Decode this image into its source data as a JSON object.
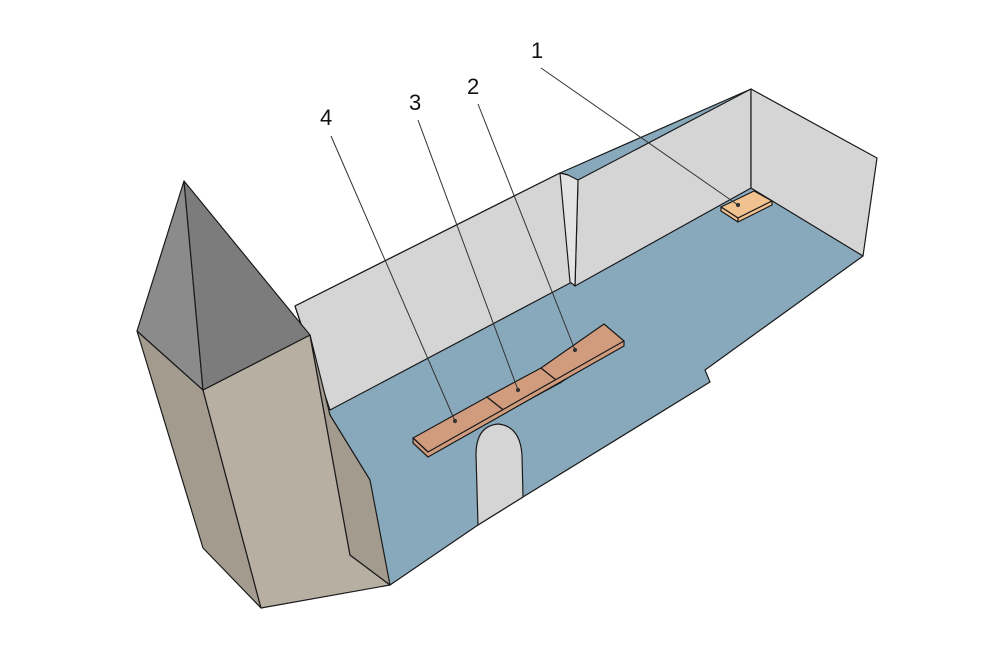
{
  "callouts": [
    {
      "label": "1",
      "target": "slab-1"
    },
    {
      "label": "2",
      "target": "slab-2"
    },
    {
      "label": "3",
      "target": "slab-3"
    },
    {
      "label": "4",
      "target": "slab-4"
    }
  ],
  "colors": {
    "floor": "#88a9bb",
    "wall": "#d5d5d5",
    "wall_top": "#e3e3e3",
    "tower_front": "#a39c8e",
    "tower_side": "#b7b0a2",
    "spire": "#8b8b8b",
    "spire_side": "#7c7c7c",
    "slab_main": "#d19c7e",
    "slab_light": "#f1c190",
    "outline": "#1a1a1a"
  }
}
